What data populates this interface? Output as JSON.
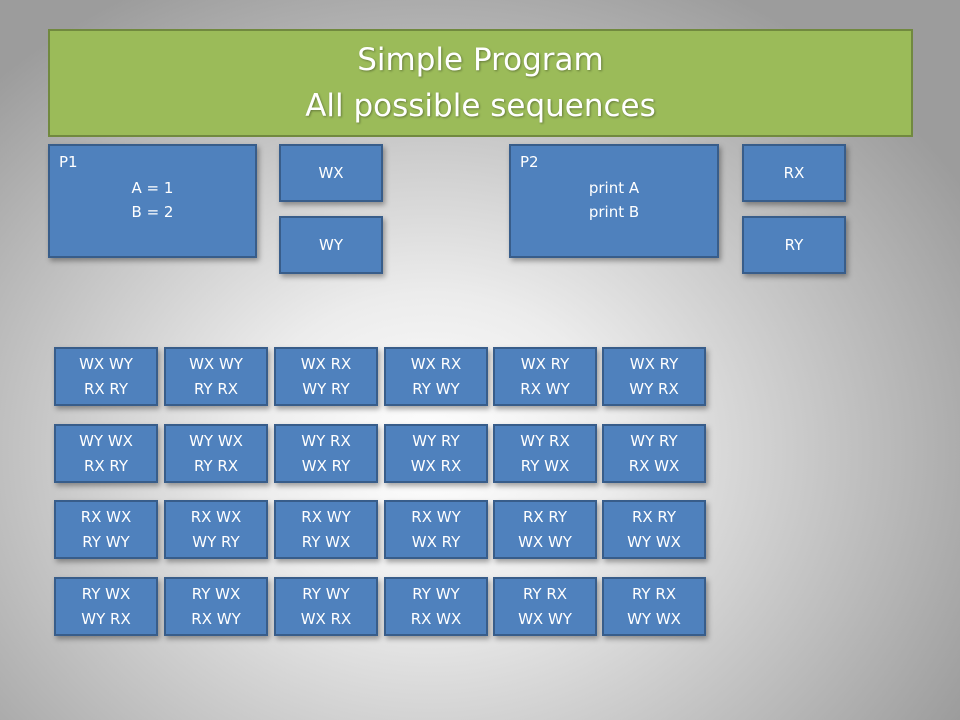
{
  "title": {
    "line1": "Simple Program",
    "line2": "All possible sequences"
  },
  "p1": {
    "name": "P1",
    "line1": "A = 1",
    "line2": "B = 2"
  },
  "p2": {
    "name": "P2",
    "line1": "print A",
    "line2": "print B"
  },
  "ops": {
    "wx": "WX",
    "wy": "WY",
    "rx": "RX",
    "ry": "RY"
  },
  "sequences": [
    [
      {
        "l1": "WX WY",
        "l2": "RX RY"
      },
      {
        "l1": "WX WY",
        "l2": "RY RX"
      },
      {
        "l1": "WX RX",
        "l2": "WY RY"
      },
      {
        "l1": "WX RX",
        "l2": "RY WY"
      },
      {
        "l1": "WX RY",
        "l2": "RX WY"
      },
      {
        "l1": "WX RY",
        "l2": "WY RX"
      }
    ],
    [
      {
        "l1": "WY WX",
        "l2": "RX RY"
      },
      {
        "l1": "WY WX",
        "l2": "RY RX"
      },
      {
        "l1": "WY RX",
        "l2": "WX RY"
      },
      {
        "l1": "WY RY",
        "l2": "WX RX"
      },
      {
        "l1": "WY RX",
        "l2": "RY WX"
      },
      {
        "l1": "WY RY",
        "l2": "RX WX"
      }
    ],
    [
      {
        "l1": "RX WX",
        "l2": "RY WY"
      },
      {
        "l1": "RX WX",
        "l2": "WY RY"
      },
      {
        "l1": "RX WY",
        "l2": "RY WX"
      },
      {
        "l1": "RX WY",
        "l2": "WX RY"
      },
      {
        "l1": "RX RY",
        "l2": "WX WY"
      },
      {
        "l1": "RX RY",
        "l2": "WY WX"
      }
    ],
    [
      {
        "l1": "RY WX",
        "l2": "WY RX"
      },
      {
        "l1": "RY WX",
        "l2": "RX WY"
      },
      {
        "l1": "RY WY",
        "l2": "WX RX"
      },
      {
        "l1": "RY WY",
        "l2": "RX WX"
      },
      {
        "l1": "RY RX",
        "l2": "WX WY"
      },
      {
        "l1": "RY RX",
        "l2": "WY WX"
      }
    ]
  ]
}
